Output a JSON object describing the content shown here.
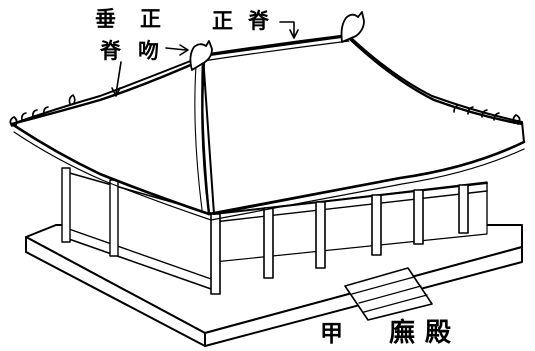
{
  "labels": {
    "chui": "垂",
    "zheng_left": "正",
    "ji_left": "脊",
    "wen": "吻",
    "zheng_top": "正",
    "ji_top": "脊",
    "caption_prefix": "甲",
    "caption_title": "廡殿"
  }
}
